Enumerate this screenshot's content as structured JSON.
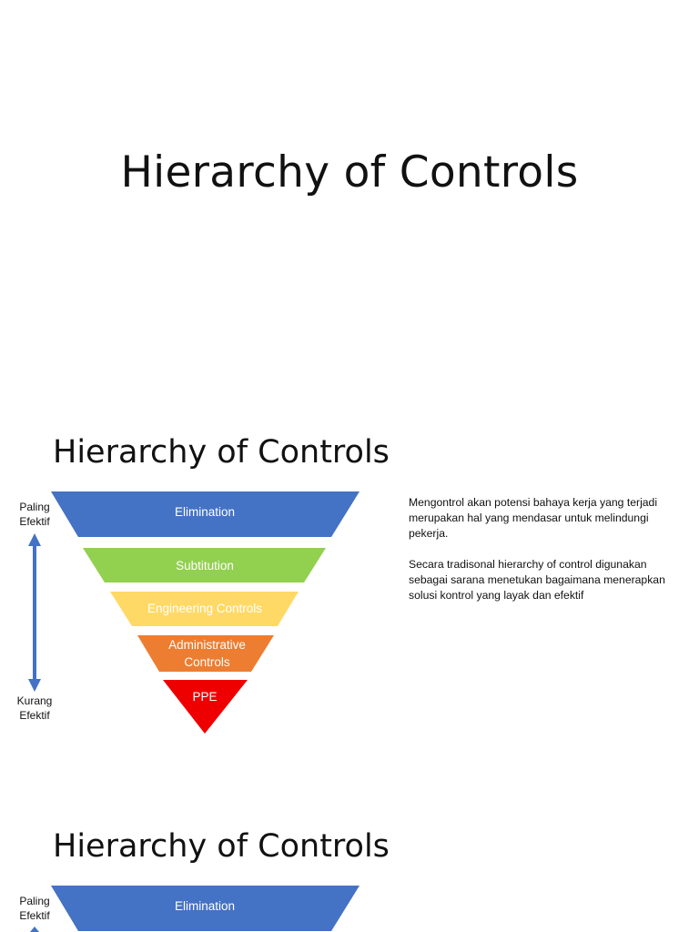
{
  "cover": {
    "title": "Hierarchy of Controls"
  },
  "slide2": {
    "title": "Hierarchy of Controls",
    "levels": [
      {
        "label": "Elimination",
        "color": "#4472c4"
      },
      {
        "label": "Subtitution",
        "color": "#92d050"
      },
      {
        "label": "Engineering Controls",
        "color": "#ffd966"
      },
      {
        "label": "Administrative Controls",
        "color": "#ed7d31"
      },
      {
        "label": "PPE",
        "color": "#ee0000"
      }
    ],
    "top_label": "Paling Efektif",
    "bottom_label": "Kurang Efektif",
    "arrow_color": "#4472c4",
    "paragraphs": [
      "Mengontrol akan potensi bahaya kerja yang terjadi merupakan hal yang mendasar untuk melindungi pekerja.",
      "Secara tradisonal hierarchy of control digunakan sebagai sarana menetukan bagaimana menerapkan solusi kontrol yang layak dan efektif"
    ]
  },
  "slide3": {
    "title": "Hierarchy of Controls",
    "top_label": "Paling Efektif",
    "levels": [
      {
        "label": "Elimination",
        "color": "#4472c4"
      }
    ]
  }
}
